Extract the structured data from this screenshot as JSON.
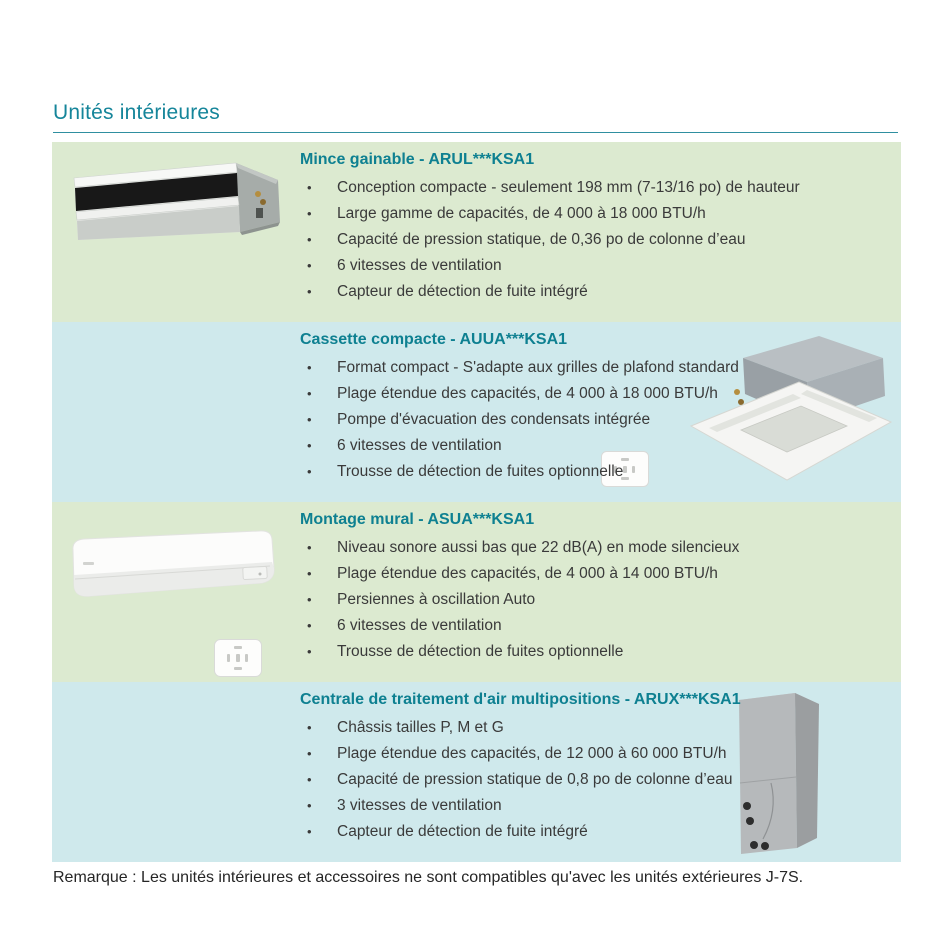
{
  "page": {
    "title": "Unités intérieures",
    "bullet_char": "•",
    "note": "Remarque : Les unités intérieures et accessoires ne sont compatibles qu'avec les unités extérieures J-7S.",
    "colors": {
      "heading_teal": "#0e8091",
      "band_green": "#dcead0",
      "band_blue": "#cfe9ec",
      "body_text": "#3a3a3a"
    }
  },
  "sections": [
    {
      "title": "Mince gainable - ARUL***KSA1",
      "image": "slim-duct-indoor-unit-photo",
      "background": "green",
      "bullets": [
        "Conception compacte - seulement 198 mm (7-13/16 po) de hauteur",
        "Large gamme de capacités, de 4 000 à 18 000 BTU/h",
        "Capacité de pression statique, de 0,36 po de colonne d’eau",
        "6 vitesses de ventilation",
        "Capteur de détection de fuite intégré"
      ]
    },
    {
      "title": "Cassette compacte - AUUA***KSA1",
      "image": "compact-cassette-indoor-unit-photo",
      "background": "blue",
      "bullets": [
        "Format compact - S'adapte aux grilles de plafond standard",
        "Plage étendue des capacités, de 4 000 à 18 000 BTU/h",
        "Pompe d'évacuation des condensats intégrée",
        "6 vitesses de ventilation",
        "Trousse de détection de fuites optionnelle"
      ]
    },
    {
      "title": "Montage mural - ASUA***KSA1",
      "image": "wall-mounted-indoor-unit-photo",
      "background": "green",
      "bullets": [
        "Niveau sonore aussi bas que 22 dB(A) en mode silencieux",
        "Plage étendue des capacités, de 4 000 à 14 000 BTU/h",
        "Persiennes à oscillation Auto",
        "6 vitesses de ventilation",
        "Trousse de détection de fuites optionnelle"
      ]
    },
    {
      "title": "Centrale de traitement d'air multipositions - ARUX***KSA1",
      "image": "multi-position-air-handler-photo",
      "background": "blue",
      "bullets": [
        "Châssis tailles P, M et G",
        "Plage étendue des capacités, de 12 000 à 60 000 BTU/h",
        "Capacité de pression statique de 0,8 po de colonne d’eau",
        "3 vitesses de ventilation",
        "Capteur de détection de fuite intégré"
      ]
    }
  ]
}
